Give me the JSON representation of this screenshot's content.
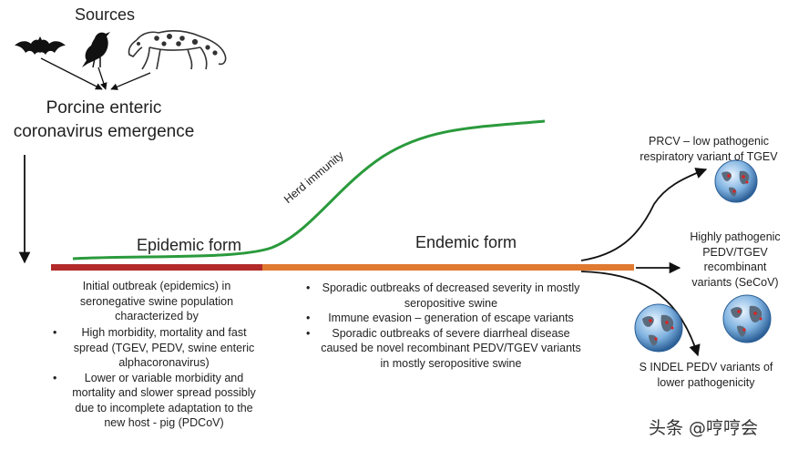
{
  "header": {
    "sources": "Sources",
    "emergence": "Porcine enteric coronavirus emergence",
    "animal_icons": [
      "bat-icon",
      "bird-icon",
      "leopard-cat-icon"
    ]
  },
  "timeline": {
    "epidemic_label": "Epidemic form",
    "endemic_label": "Endemic form",
    "herd_immunity": "Herd immunity",
    "colors": {
      "epidemic": "#b22a2a",
      "endemic": "#e07a30",
      "herd_curve": "#2a9a3c",
      "arrow": "#111111"
    }
  },
  "epidemic_desc": {
    "intro": "Initial outbreak (epidemics) in seronegative swine population characterized by",
    "bullets": [
      "High morbidity, mortality and fast spread (TGEV, PEDV, swine enteric alphacoronavirus)",
      "Lower or variable morbidity and mortality and slower spread possibly due to incomplete adaptation to the new host - pig (PDCoV)"
    ]
  },
  "endemic_desc": {
    "bullets": [
      "Sporadic outbreaks of decreased severity in mostly seropositive swine",
      "Immune evasion – generation of escape variants",
      "Sporadic outbreaks of severe diarrheal disease caused be novel recombinant PEDV/TGEV variants in mostly seropositive swine"
    ]
  },
  "variants": {
    "prcv": "PRCV – low pathogenic respiratory variant of TGEV",
    "recombinant": "Highly pathogenic PEDV/TGEV recombinant variants (SeCoV)",
    "indel": "S INDEL PEDV variants of lower pathogenicity",
    "globe_icons": [
      "globe-icon",
      "globe-icon",
      "globe-icon",
      "globe-icon"
    ]
  },
  "watermark": "头条 @哼哼会"
}
